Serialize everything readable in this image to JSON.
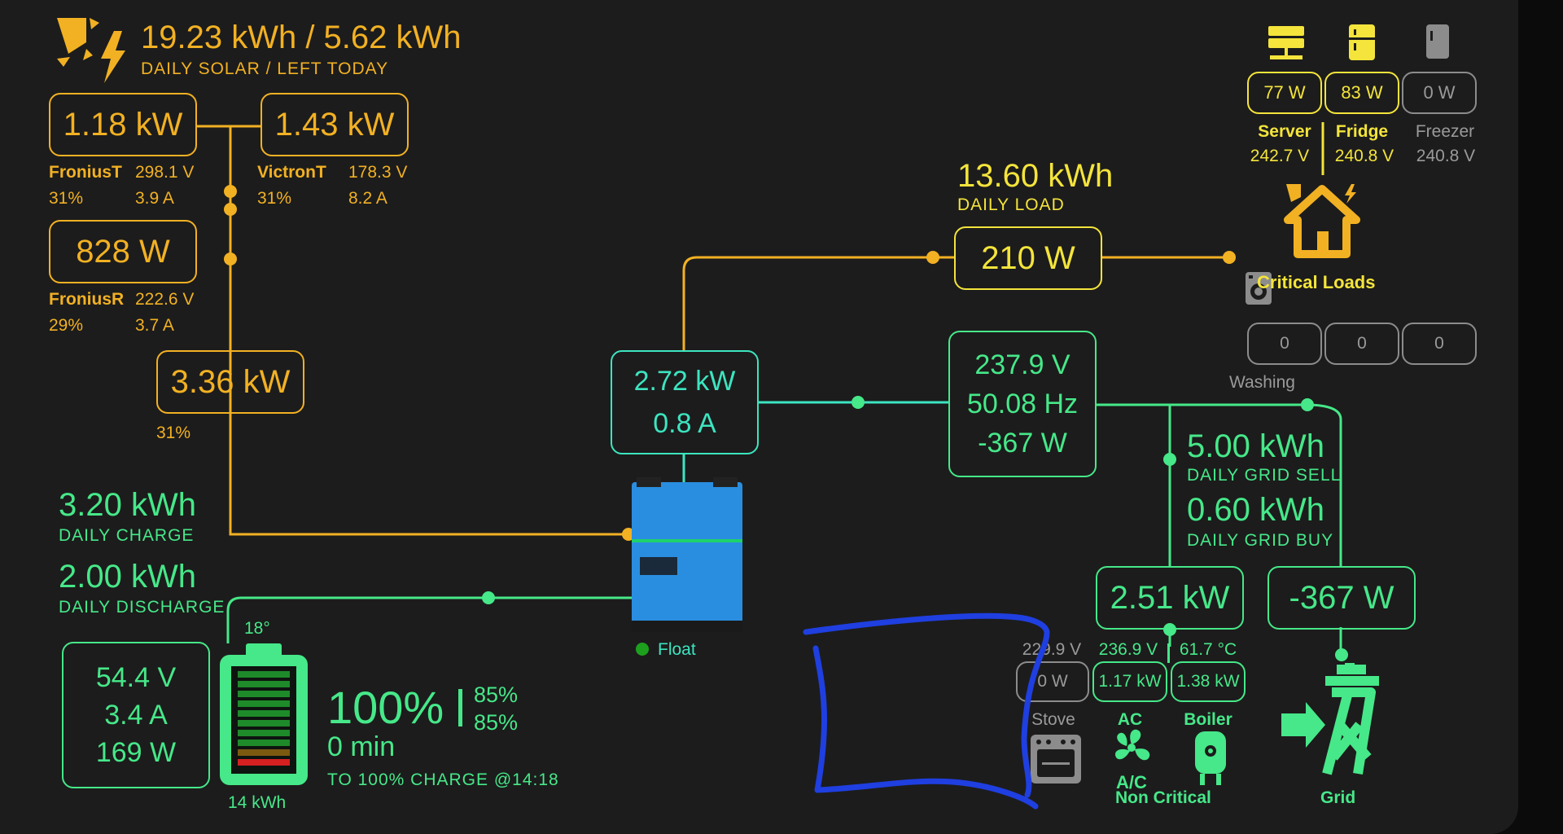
{
  "solar": {
    "totals": "19.23 kWh / 5.62 kWh",
    "totals_label": "DAILY SOLAR / LEFT TODAY",
    "pv1": {
      "power": "1.18 kW",
      "name": "FroniusT",
      "voltage": "298.1 V",
      "percent": "31%",
      "current": "3.9 A"
    },
    "pv2": {
      "power": "1.43 kW",
      "name": "VictronT",
      "voltage": "178.3 V",
      "percent": "31%",
      "current": "8.2 A"
    },
    "pv3": {
      "power": "828 W",
      "name": "FroniusR",
      "voltage": "222.6 V",
      "percent": "29%",
      "current": "3.7 A"
    },
    "total_power": "3.36 kW",
    "total_percent": "31%"
  },
  "battery": {
    "daily_charge": "3.20 kWh",
    "daily_charge_label": "DAILY CHARGE",
    "daily_discharge": "2.00 kWh",
    "daily_discharge_label": "DAILY DISCHARGE",
    "voltage": "54.4 V",
    "current": "3.4 A",
    "power": "169 W",
    "temperature": "18°",
    "capacity": "14 kWh",
    "soc": "100%",
    "soc_a": "85%",
    "soc_b": "85%",
    "time": "0 min",
    "charge_label": "TO 100% CHARGE @14:18",
    "level": 1.0
  },
  "inverter": {
    "power": "2.72 kW",
    "current": "0.8 A",
    "state": "Float"
  },
  "grid_meter": {
    "voltage": "237.9 V",
    "frequency": "50.08 Hz",
    "power": "-367 W"
  },
  "load": {
    "daily": "13.60 kWh",
    "daily_label": "DAILY LOAD",
    "power": "210 W"
  },
  "critical": {
    "label": "Critical Loads",
    "devices": [
      {
        "name": "Server",
        "power": "77 W",
        "voltage": "242.7 V"
      },
      {
        "name": "Fridge",
        "power": "83 W",
        "voltage": "240.8 V"
      },
      {
        "name": "Freezer",
        "power": "0 W",
        "voltage": "240.8 V"
      }
    ],
    "washing_values": [
      "0",
      "0",
      "0"
    ],
    "washing_label": "Washing"
  },
  "grid": {
    "daily_sell": "5.00 kWh",
    "daily_sell_label": "DAILY GRID SELL",
    "daily_buy": "0.60 kWh",
    "daily_buy_label": "DAILY GRID BUY",
    "power": "-367 W",
    "label": "Grid"
  },
  "non_critical": {
    "power": "2.51 kW",
    "label": "Non Critical",
    "devices": [
      {
        "name": "Stove",
        "top": "229.9 V",
        "power": "0 W"
      },
      {
        "name": "AC",
        "top": "236.9 V",
        "power": "1.17 kW"
      },
      {
        "name": "Boiler",
        "top": "61.7 °C",
        "power": "1.38 kW"
      }
    ]
  },
  "colors": {
    "solar": "#f2b123",
    "load": "#f4e43b",
    "battery": "#46e889",
    "inverter": "#3ce5c0",
    "annotation": "#1f3fe0"
  }
}
